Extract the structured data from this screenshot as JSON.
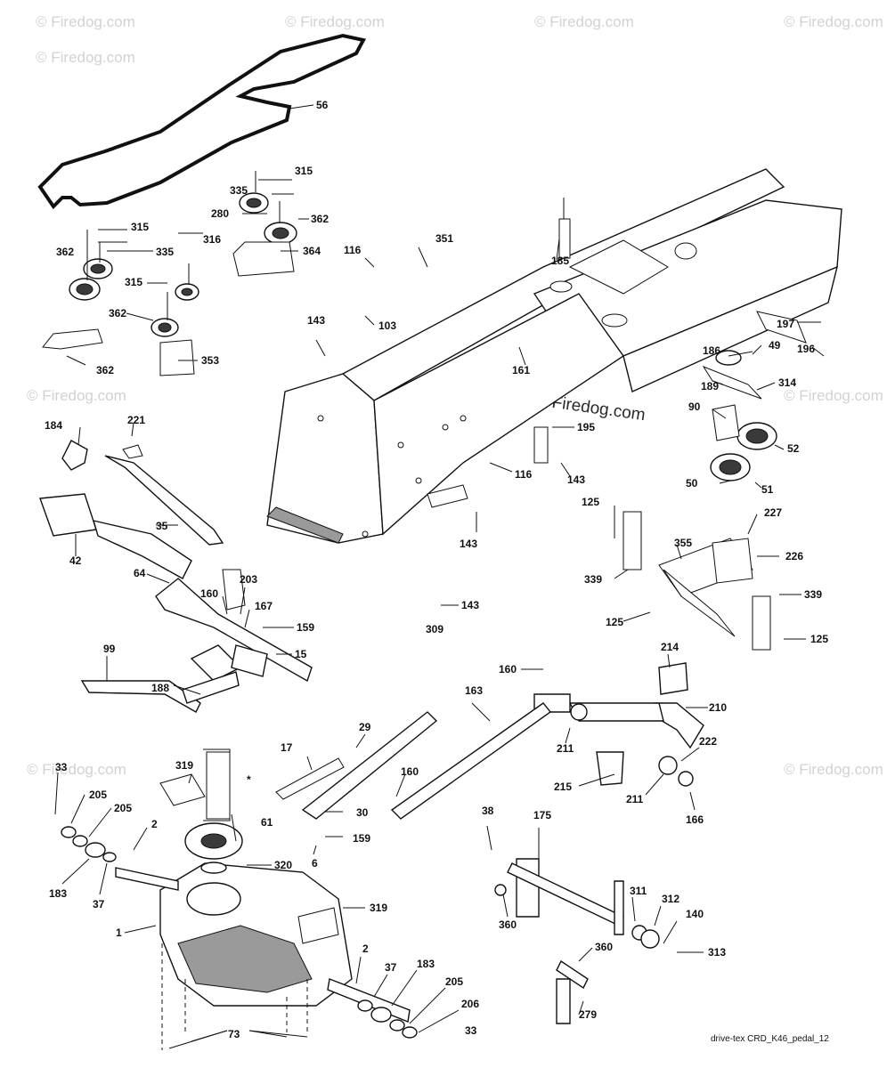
{
  "watermark": {
    "text": "© Firedog.com",
    "center_text": "© Firedog.com"
  },
  "caption": "drive-tex CRD_K46_pedal_12",
  "note_symbol": "*",
  "labels": {
    "l56": "56",
    "l315a": "315",
    "l335a": "335",
    "l280": "280",
    "l362a": "362",
    "l364": "364",
    "l315b": "315",
    "l362b": "362",
    "l335b": "335",
    "l316": "316",
    "l315c": "315",
    "l362c": "362",
    "l362d": "362",
    "l353": "353",
    "l116a": "116",
    "l351": "351",
    "l103": "103",
    "l185": "185",
    "l197": "197",
    "l196": "196",
    "l143a": "143",
    "l161": "161",
    "l186": "186",
    "l49": "49",
    "l189": "189",
    "l314": "314",
    "l90": "90",
    "l52": "52",
    "l50": "50",
    "l51": "51",
    "l184": "184",
    "l221": "221",
    "l195": "195",
    "l116b": "116",
    "l143b": "143",
    "l42": "42",
    "l35": "35",
    "l64": "64",
    "l143c": "143",
    "l125a": "125",
    "l227": "227",
    "l339a": "339",
    "l355": "355",
    "l226": "226",
    "l160a": "160",
    "l203": "203",
    "l167": "167",
    "l159a": "159",
    "l15": "15",
    "l309": "309",
    "l143d": "143",
    "l125b": "125",
    "l339b": "339",
    "l125c": "125",
    "l99": "99",
    "l188": "188",
    "l214": "214",
    "l160b": "160",
    "l210": "210",
    "l163": "163",
    "l211a": "211",
    "l29": "29",
    "l17": "17",
    "l222": "222",
    "l319a": "319",
    "l33a": "33",
    "l205a": "205",
    "l205b": "205",
    "l2a": "2",
    "l160c": "160",
    "l215": "215",
    "l211b": "211",
    "l166": "166",
    "l61": "61",
    "l30": "30",
    "l159b": "159",
    "l6": "6",
    "l183a": "183",
    "l37a": "37",
    "l320": "320",
    "l38": "38",
    "l175": "175",
    "l319b": "319",
    "l311": "311",
    "l312": "312",
    "l140": "140",
    "l360a": "360",
    "l1": "1",
    "l313": "313",
    "l2b": "2",
    "l360b": "360",
    "l37b": "37",
    "l183b": "183",
    "l205c": "205",
    "l206": "206",
    "l73": "73",
    "l279": "279",
    "l33b": "33"
  }
}
